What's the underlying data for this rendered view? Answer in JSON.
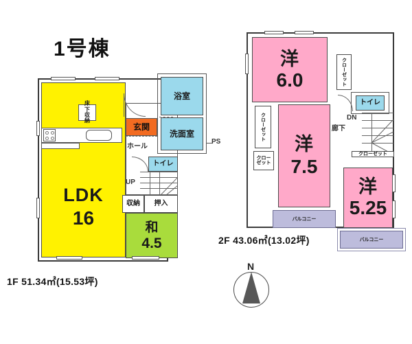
{
  "title": "1号棟",
  "colors": {
    "ldk": "#FFF200",
    "washitsu": "#A9DC3C",
    "youshitsu": "#FFA9C9",
    "water": "#9BD9EC",
    "genkan": "#F26B21",
    "balcony": "#BDBCDC",
    "wall": "#3a3a3a"
  },
  "floor1": {
    "caption": "1F  51.34㎡(15.53坪)",
    "rooms": [
      {
        "name": "LDK",
        "size": "16"
      },
      {
        "name": "和",
        "size": "4.5"
      }
    ],
    "labels": {
      "underfloor_storage": "床下収納",
      "genkan": "玄関",
      "hall": "ホール",
      "bath": "浴室",
      "washroom": "洗面室",
      "toilet": "トイレ",
      "ps": "PS",
      "up": "UP",
      "storage": "収納",
      "oshiire": "押入"
    }
  },
  "floor2": {
    "caption": "2F  43.06㎡(13.02坪)",
    "rooms": [
      {
        "name": "洋",
        "size": "6.0"
      },
      {
        "name": "洋",
        "size": "7.5"
      },
      {
        "name": "洋",
        "size": "5.25"
      }
    ],
    "labels": {
      "closet": "クローゼット",
      "closet_tall_l1": "クロー",
      "closet_tall_l2": "ゼット",
      "toilet": "トイレ",
      "corridor": "廊下",
      "dn": "DN",
      "balcony": "バルコニー"
    }
  },
  "compass": {
    "north": "N"
  }
}
